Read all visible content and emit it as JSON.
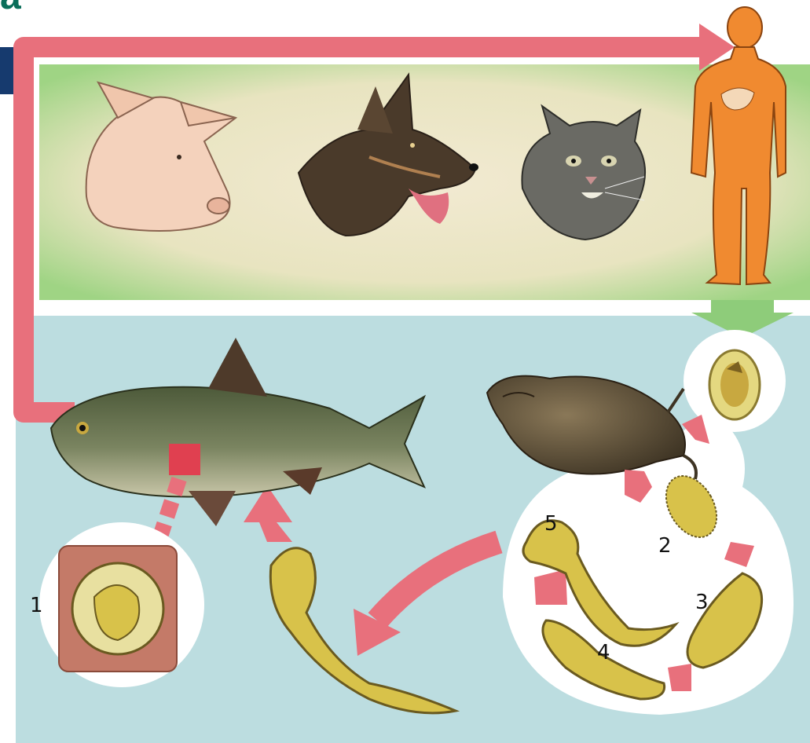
{
  "corner_text": "a",
  "stage_labels": [
    "1",
    "2",
    "3",
    "4",
    "5"
  ],
  "colors": {
    "hosts_panel_green": "#a6d68e",
    "water_blue": "#bcdde0",
    "arrow_pink": "#e8707c",
    "human_orange": "#f08a30",
    "larva_yellow": "#d8c24a"
  },
  "figures": {
    "definitive_hosts": [
      "pig-head",
      "dog-head",
      "cat-head",
      "human-body"
    ],
    "intermediate_hosts": [
      "snail",
      "fish"
    ]
  }
}
